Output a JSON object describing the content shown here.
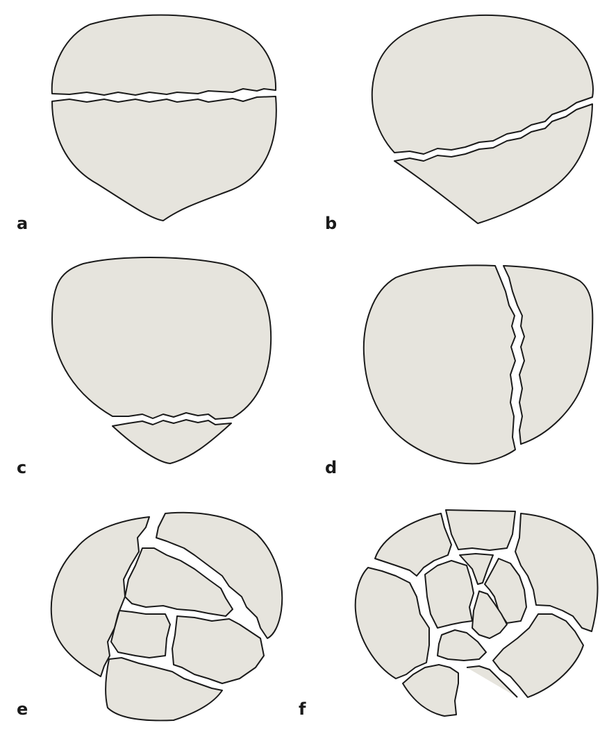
{
  "colors": {
    "fragment_fill": "#e6e4dd",
    "outline": "#1a1a1a",
    "background": "#ffffff"
  },
  "panels": [
    {
      "label": "a"
    },
    {
      "label": "b"
    },
    {
      "label": "c"
    },
    {
      "label": "d"
    },
    {
      "label": "e"
    },
    {
      "label": "f"
    }
  ]
}
